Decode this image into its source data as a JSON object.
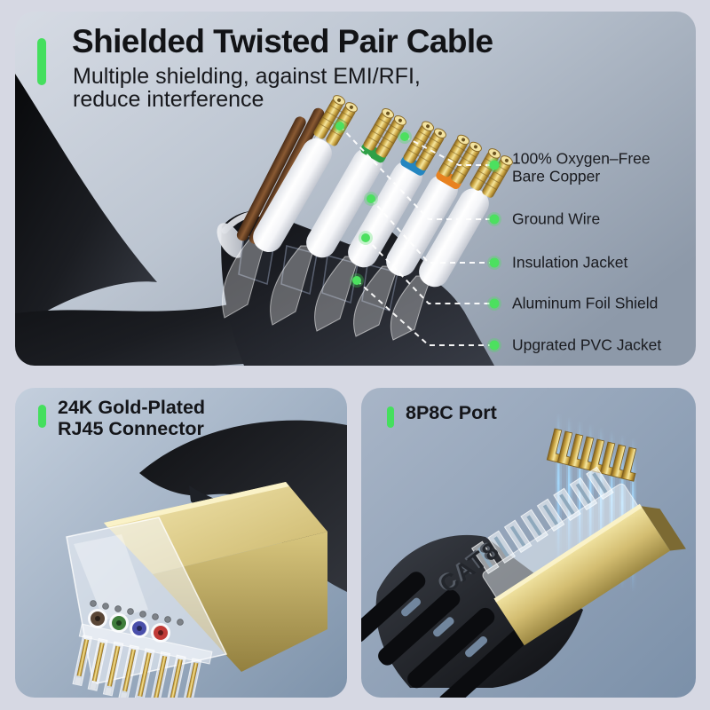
{
  "header": {
    "title": "Shielded Twisted Pair Cable",
    "subtitle_line1": "Multiple shielding, against EMI/RFI,",
    "subtitle_line2": "reduce interference"
  },
  "callouts": {
    "items": [
      {
        "line1": "100% Oxygen–Free",
        "line2": "Bare Copper"
      },
      {
        "line1": "Ground Wire",
        "line2": ""
      },
      {
        "line1": "Insulation Jacket",
        "line2": ""
      },
      {
        "line1": "Aluminum Foil Shield",
        "line2": ""
      },
      {
        "line1": "Upgrated PVC Jacket",
        "line2": ""
      }
    ]
  },
  "panels": {
    "left": {
      "title_line1": "24K Gold-Plated",
      "title_line2": "RJ45 Connector"
    },
    "right": {
      "title": "8P8C Port",
      "cable_marking": "CAT8"
    }
  },
  "colors": {
    "accent_green": "#45DF5E",
    "callout_dot": "#4CE05F",
    "dashed_line": "#FFFFFF",
    "gold": "#D4AF4E",
    "cable_black": "#17181C"
  }
}
